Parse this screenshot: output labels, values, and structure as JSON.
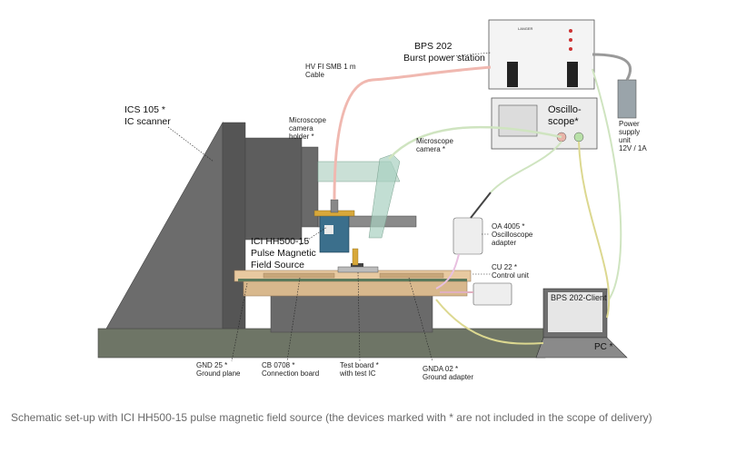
{
  "labels": {
    "bps": [
      "BPS 202",
      "Burst power station"
    ],
    "hf_cable": [
      "HV FI SMB 1 m",
      "Cable"
    ],
    "ics": [
      "ICS 105 *",
      "IC scanner"
    ],
    "cam_holder": [
      "Microscope",
      "camera",
      "holder *"
    ],
    "camera": [
      "Microscope",
      "camera *"
    ],
    "oscilloscope": [
      "Oscillo-",
      "scope*"
    ],
    "power_supply": [
      "Power",
      "supply",
      "unit",
      "12V / 1A"
    ],
    "hh500": [
      "ICI HH500-15",
      "Pulse Magnetic",
      "Field Source"
    ],
    "oa": [
      "OA 4005 *",
      "Oscilloscope",
      "adapter"
    ],
    "cu": [
      "CU 22 *",
      "Control unit"
    ],
    "pc_screen": "BPS 202-Client",
    "pc": "PC *",
    "gnd25": [
      "GND 25 *",
      "Ground plane"
    ],
    "cb": [
      "CB 0708 *",
      "Connection board"
    ],
    "testboard": [
      "Test board *",
      "with test IC"
    ],
    "gnda": [
      "GNDA 02 *",
      "Ground adapter"
    ]
  },
  "caption": "Schematic set-up with ICI HH500-15 pulse magnetic field source (the devices marked with * are not included in the scope of delivery)"
}
